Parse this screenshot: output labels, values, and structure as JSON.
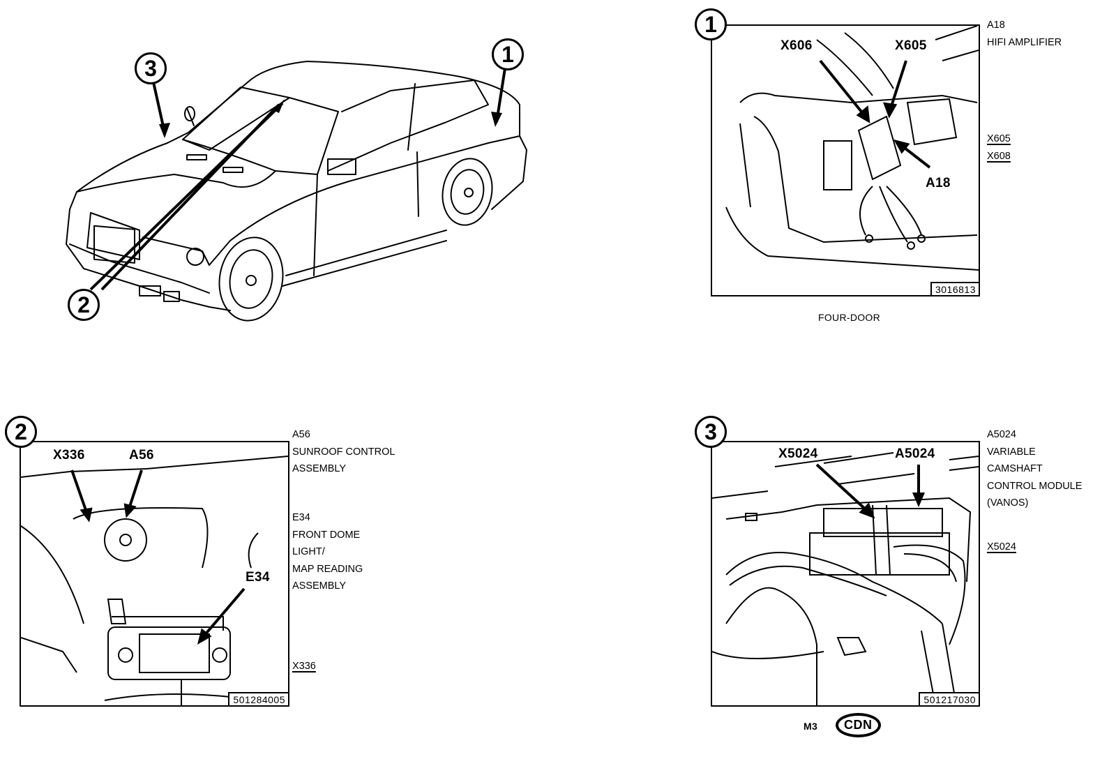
{
  "overview": {
    "callouts": [
      "1",
      "2",
      "3"
    ]
  },
  "panel1": {
    "callout": "1",
    "labels": {
      "x606": "X606",
      "x605": "X605",
      "a18": "A18"
    },
    "ref": "3016813",
    "side": {
      "component_code": "A18",
      "component_name": "HIFI AMPLIFIER",
      "connectors": [
        "X605",
        "X608"
      ]
    },
    "caption": "FOUR-DOOR"
  },
  "panel2": {
    "callout": "2",
    "labels": {
      "x336": "X336",
      "a56": "A56",
      "e34": "E34"
    },
    "ref": "501284005",
    "side": {
      "a56_code": "A56",
      "a56_name": [
        "SUNROOF CONTROL",
        "ASSEMBLY"
      ],
      "e34_code": "E34",
      "e34_name": [
        "FRONT DOME",
        "LIGHT/",
        "MAP READING",
        "ASSEMBLY"
      ],
      "connector": "X336"
    }
  },
  "panel3": {
    "callout": "3",
    "labels": {
      "x5024": "X5024",
      "a5024": "A5024"
    },
    "ref": "501217030",
    "side": {
      "component_code": "A5024",
      "component_name": [
        "VARIABLE",
        "CAMSHAFT",
        "CONTROL MODULE",
        "(VANOS)"
      ],
      "connector": "X5024"
    }
  },
  "footer": {
    "model": "M3",
    "market_badge": "CDN"
  }
}
